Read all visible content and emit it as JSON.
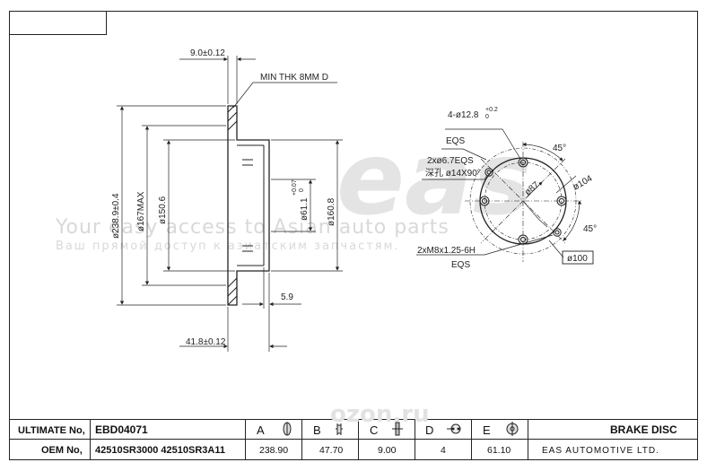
{
  "watermark": {
    "logo": "eas",
    "line1": "Your easy access to Asian auto parts",
    "line2": "Ваш прямой доступ к азиатским запчастям.",
    "tb_logo": "ozon.ru"
  },
  "side_view": {
    "dim_hat_thickness": "9.0±0.12",
    "note_min_thk": "MIN THK 8MM D",
    "dim_outer_dia": "ø238.9±0.4",
    "dim_friction_inner": "ø167MAX",
    "dim_hat_dia": "ø150.6",
    "dim_center_bore": "ø61.1",
    "dim_center_bore_tol": "+0.07",
    "dim_center_bore_tol2": "0",
    "dim_hat_outer": "ø160.8",
    "dim_flange": "5.9",
    "dim_height": "41.8±0.12"
  },
  "front_view": {
    "bolt_holes": "4-ø12.8",
    "bolt_holes_tol": "+0.2",
    "bolt_holes_tol2": "0",
    "eqs_top": "EQS",
    "small_holes": "2xø6.7EQS",
    "chamfer": "深孔 ø14X90°",
    "angle_top": "45°",
    "dim_87": "ø87",
    "dim_104": "ø104",
    "angle_bottom": "45°",
    "thread": "2xM8x1.25-6H",
    "eqs_bottom": "EQS",
    "dim_100": "ø100"
  },
  "title_block": {
    "ultimate_label": "ULTIMATE No,",
    "ultimate_value": "EBD04071",
    "oem_label": "OEM No,",
    "oem_value": "42510SR3000  42510SR3A11",
    "columns": [
      {
        "letter": "A",
        "value": "238.90",
        "icon": "outer-diameter-icon"
      },
      {
        "letter": "B",
        "value": "47.70",
        "icon": "height-icon"
      },
      {
        "letter": "C",
        "value": "9.00",
        "icon": "thickness-icon"
      },
      {
        "letter": "D",
        "value": "4",
        "icon": "bolt-holes-icon"
      },
      {
        "letter": "E",
        "value": "61.10",
        "icon": "center-bore-icon"
      }
    ],
    "product": "BRAKE DISC",
    "company": "EAS AUTOMOTIVE LTD."
  }
}
